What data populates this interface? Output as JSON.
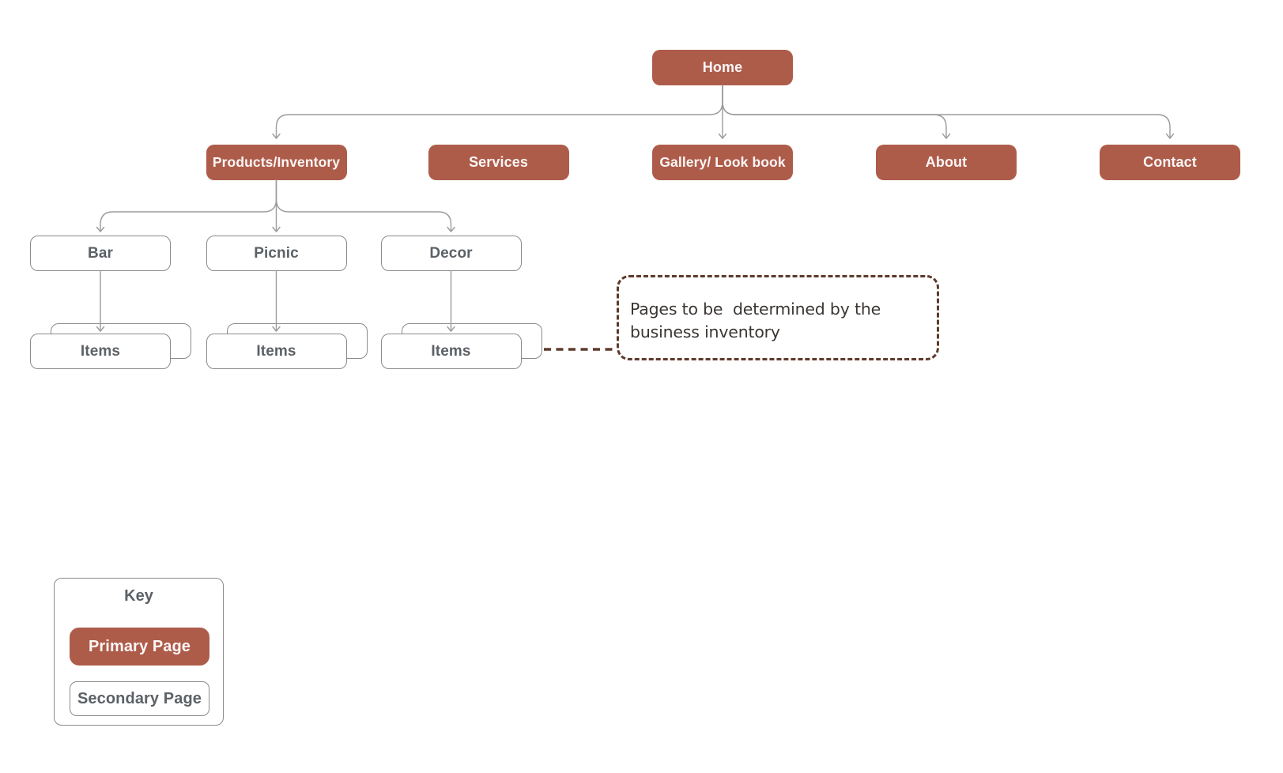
{
  "palette": {
    "primary": "#ae5c4a",
    "primary_text": "#faf6f5",
    "box_border": "#8a8a8a",
    "box_text": "#5c6166",
    "connector": "#9b9b9b",
    "annotation_border": "#5e3a2c",
    "annotation_text": "#3b3633",
    "background": "#ffffff"
  },
  "sitemap": {
    "home": "Home",
    "level2": [
      "Products/Inventory",
      "Services",
      "Gallery/ Look book",
      "About",
      "Contact"
    ],
    "level3": [
      "Bar",
      "Picnic",
      "Decor"
    ],
    "items": [
      "Items",
      "Items",
      "Items"
    ]
  },
  "annotation": {
    "line1": "Pages to be  determined by the",
    "line2": "business inventory"
  },
  "key": {
    "title": "Key",
    "primary_label": "Primary Page",
    "secondary_label": "Secondary Page"
  }
}
